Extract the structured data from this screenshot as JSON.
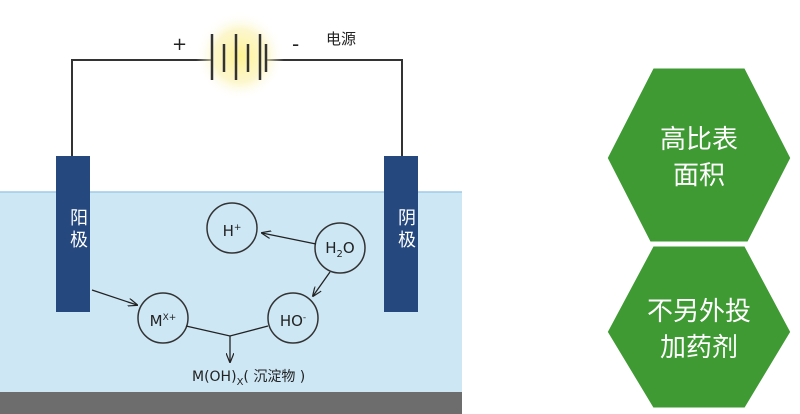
{
  "power": {
    "label": "电源",
    "plus": "+",
    "minus": "-"
  },
  "electrodes": {
    "anode_label": "阳极",
    "cathode_label": "阴极"
  },
  "species": {
    "h_plus": {
      "main": "H",
      "sup": "+"
    },
    "water": {
      "main1": "H",
      "sub": "2",
      "main2": "O"
    },
    "metal_ion": {
      "main": "M",
      "sup": "X+"
    },
    "hydroxide": {
      "main": "HO",
      "sup": "-"
    }
  },
  "product": {
    "main": "M(OH)",
    "sub": "X",
    "suffix": "( 沉淀物 )"
  },
  "features": [
    {
      "line1": "高比表",
      "line2": "面积"
    },
    {
      "line1": "不另外投",
      "line2": "加药剂"
    }
  ],
  "colors": {
    "water": "#cde7f5",
    "electrode": "#25497f",
    "hexagon": "#3f9a34",
    "floor": "#6d6d6d",
    "glow": "#fff6a8"
  }
}
